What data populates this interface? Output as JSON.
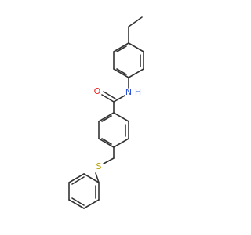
{
  "molecule": {
    "atoms": {
      "oxygen": {
        "label": "O",
        "color": "#e8231f"
      },
      "nitrogen": {
        "label": "N",
        "color": "#2b4fd8"
      },
      "hydrogen": {
        "label": "H",
        "color": "#2b4fd8"
      },
      "sulfur": {
        "label": "S",
        "color": "#b8a100"
      }
    },
    "bond_color": "#333333",
    "background": "#ffffff"
  }
}
